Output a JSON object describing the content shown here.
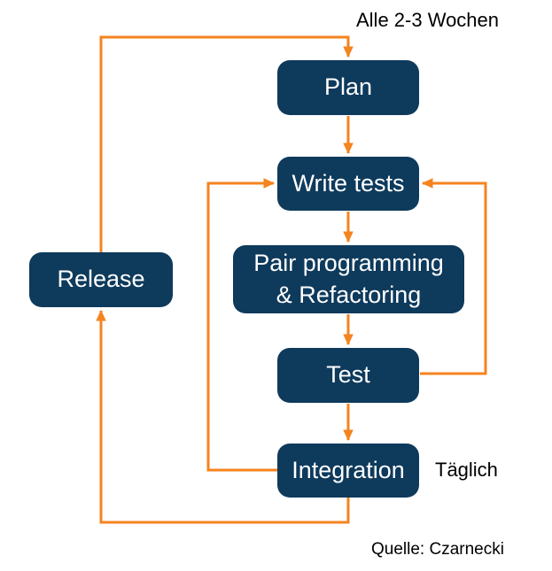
{
  "nodes": {
    "plan": {
      "label": "Plan"
    },
    "write_tests": {
      "label": "Write tests"
    },
    "pair": {
      "label": "Pair programming & Refactoring",
      "line1": "Pair programming",
      "line2": "& Refactoring"
    },
    "test": {
      "label": "Test"
    },
    "integration": {
      "label": "Integration"
    },
    "release": {
      "label": "Release"
    }
  },
  "annotations": {
    "cycle_note": "Alle 2-3 Wochen",
    "daily_note": "Täglich",
    "source": "Quelle: Czarnecki"
  },
  "edges": [
    {
      "from": "release",
      "to": "plan"
    },
    {
      "from": "plan",
      "to": "write_tests"
    },
    {
      "from": "write_tests",
      "to": "pair"
    },
    {
      "from": "pair",
      "to": "test"
    },
    {
      "from": "test",
      "to": "write_tests"
    },
    {
      "from": "test",
      "to": "integration"
    },
    {
      "from": "integration",
      "to": "write_tests"
    },
    {
      "from": "integration",
      "to": "release"
    }
  ],
  "colors": {
    "node_fill": "#0e3a5c",
    "node_text": "#ffffff",
    "arrow": "#f5831f",
    "text": "#000000",
    "background": "#ffffff"
  }
}
